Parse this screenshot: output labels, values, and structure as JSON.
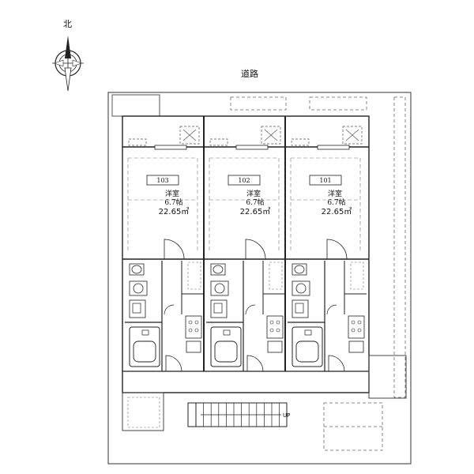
{
  "compass": {
    "north_label": "北"
  },
  "road_label": "道路",
  "stair_label": "UP",
  "units": [
    {
      "number": "103",
      "room_type": "洋室",
      "tatami": "6.7帖",
      "area": "22.65㎡"
    },
    {
      "number": "102",
      "room_type": "洋室",
      "tatami": "6.7帖",
      "area": "22.65㎡"
    },
    {
      "number": "101",
      "room_type": "洋室",
      "tatami": "6.7帖",
      "area": "22.65㎡"
    }
  ]
}
